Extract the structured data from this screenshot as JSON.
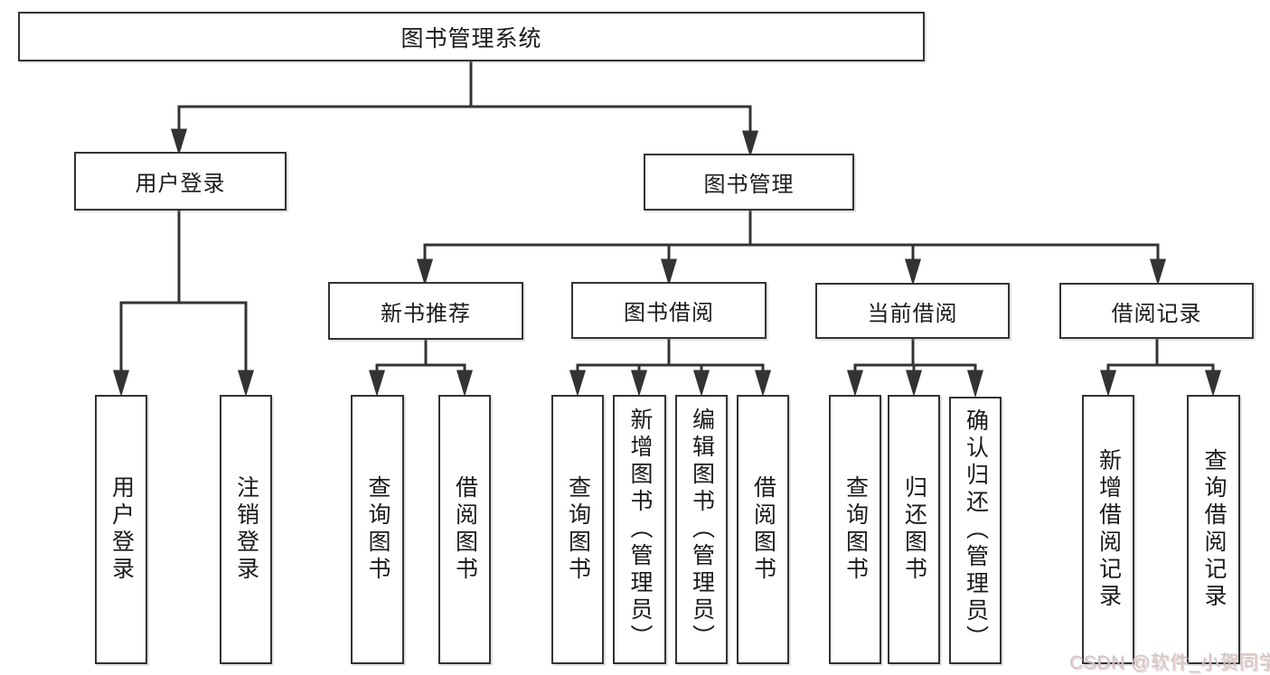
{
  "diagram": {
    "type": "hierarchy-tree",
    "colors": {
      "background": "#ffffff",
      "line": "#333333",
      "box_border": "#333333",
      "text": "#1a1a1a",
      "watermark_text": "#c9c9c9",
      "watermark_shadow": "#ebaaaa"
    },
    "nodes": {
      "root": {
        "label": "图书管理系统"
      },
      "user_login": {
        "label": "用户登录"
      },
      "book_mgmt": {
        "label": "图书管理"
      },
      "new_book_rec": {
        "label": "新书推荐"
      },
      "book_borrow": {
        "label": "图书借阅"
      },
      "current_borrow": {
        "label": "当前借阅"
      },
      "borrow_record": {
        "label": "借阅记录"
      },
      "user_login_leaf": {
        "label": "用户登录"
      },
      "logout_leaf": {
        "label": "注销登录"
      },
      "rec_query_book": {
        "label": "查询图书"
      },
      "rec_borrow_book": {
        "label": "借阅图书"
      },
      "bor_query_book": {
        "label": "查询图书"
      },
      "bor_add_book": {
        "label": "新增图书（管理员）"
      },
      "bor_edit_book": {
        "label": "编辑图书（管理员）"
      },
      "bor_borrow_book": {
        "label": "借阅图书"
      },
      "cur_query_book": {
        "label": "查询图书"
      },
      "cur_return_book": {
        "label": "归还图书"
      },
      "cur_confirm_return": {
        "label": "确认归还（管理员）"
      },
      "record_add": {
        "label": "新增借阅记录"
      },
      "record_query": {
        "label": "查询借阅记录"
      }
    },
    "edges": [
      "root->user_login",
      "root->book_mgmt",
      "user_login->user_login_leaf",
      "user_login->logout_leaf",
      "book_mgmt->new_book_rec",
      "book_mgmt->book_borrow",
      "book_mgmt->current_borrow",
      "book_mgmt->borrow_record",
      "new_book_rec->rec_query_book",
      "new_book_rec->rec_borrow_book",
      "book_borrow->bor_query_book",
      "book_borrow->bor_add_book",
      "book_borrow->bor_edit_book",
      "book_borrow->bor_borrow_book",
      "current_borrow->cur_query_book",
      "current_borrow->cur_return_book",
      "current_borrow->cur_confirm_return",
      "borrow_record->record_add",
      "borrow_record->record_query"
    ]
  },
  "watermark": {
    "text": "CSDN @软件_小贺同学"
  }
}
